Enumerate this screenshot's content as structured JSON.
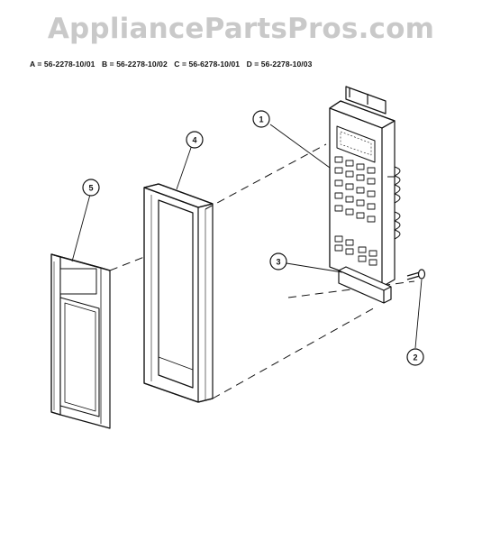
{
  "watermark": "AppliancePartsPros.com",
  "models": [
    "A = 56-2278-10/01",
    "B = 56-2278-10/02",
    "C = 56-6278-10/01",
    "D = 56-2278-10/03"
  ],
  "callouts": [
    {
      "id": "1",
      "label": "1"
    },
    {
      "id": "2",
      "label": "2"
    },
    {
      "id": "3",
      "label": "3"
    },
    {
      "id": "4",
      "label": "4"
    },
    {
      "id": "5",
      "label": "5"
    }
  ]
}
